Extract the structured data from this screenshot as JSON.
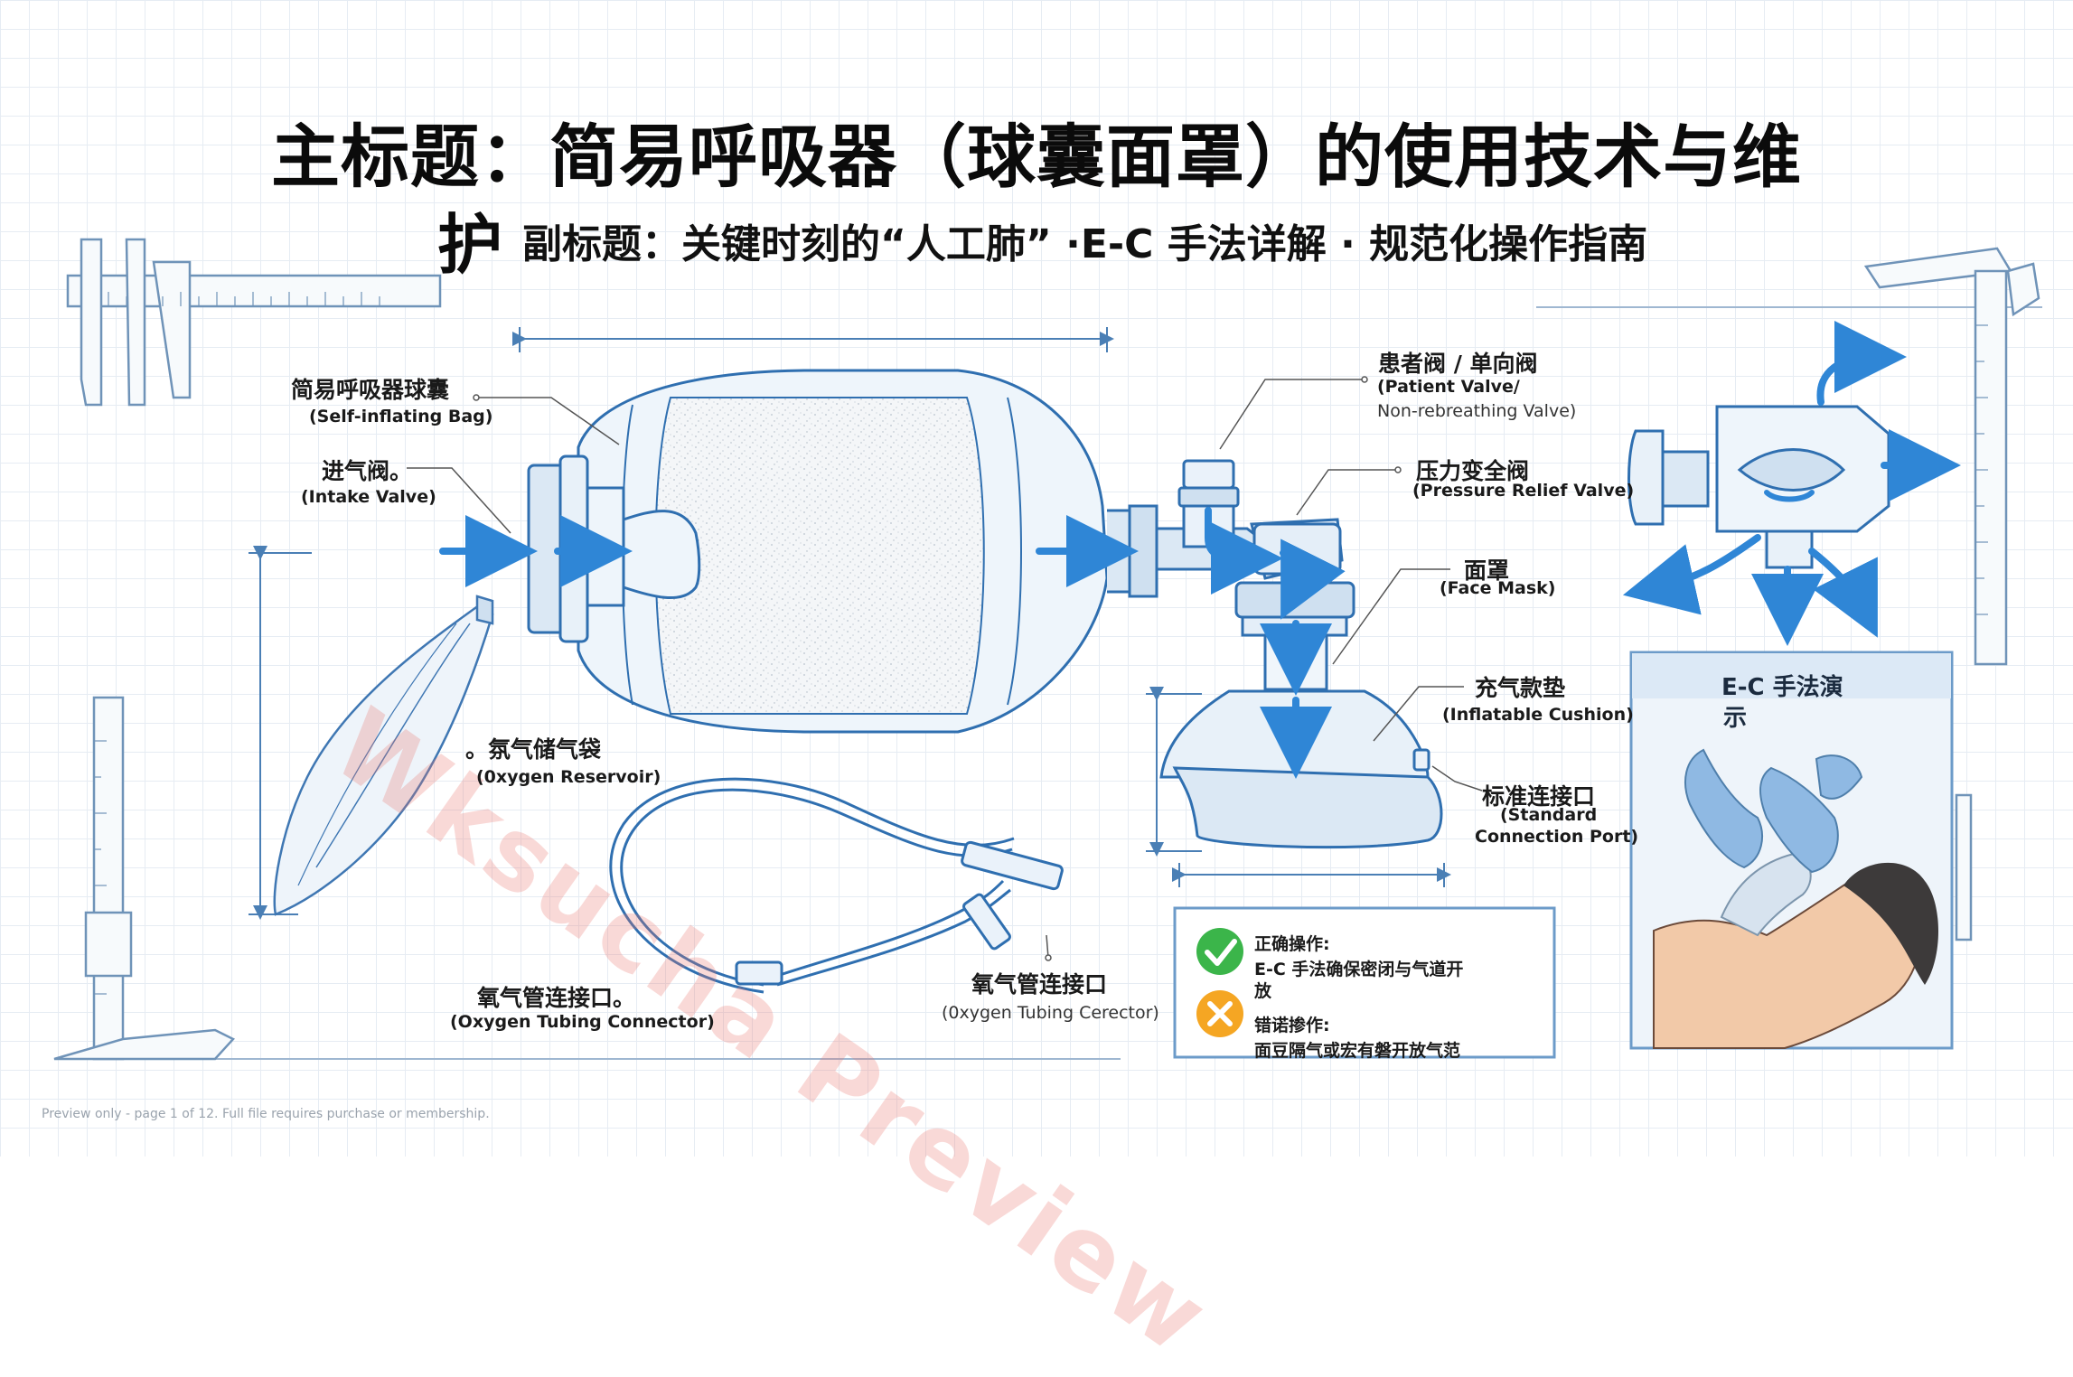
{
  "header": {
    "title_line1": "主标题：简易呼吸器（球囊面罩）的使用技术与维",
    "title_line2": "护",
    "subtitle": "副标题：关键时刻的“人工肺” ·E-C  手法详解 · 规范化操作指南"
  },
  "labels": {
    "bag": {
      "cn": "简易呼吸器球囊",
      "en": "(Self-inflating Bag)"
    },
    "intake": {
      "cn": "进气阀。",
      "en": "(Intake Valve)"
    },
    "reservoir": {
      "cn": "。氛气储气袋",
      "en": "(0xygen  Reservoir)"
    },
    "tubing1": {
      "cn": "氧气管连接口。",
      "en": "(Oxygen Tubing Connector)"
    },
    "tubing2": {
      "cn": "氧气管连接口",
      "en": "(0xygen Tubing Cerector)"
    },
    "patient_valve": {
      "cn": "患者阀 / 单向阀",
      "en1": "(Patient Valve/",
      "en2": "Non-rebreathing Valve)"
    },
    "relief": {
      "cn": "压力变全阀",
      "en": "(Pressure Relief Valve)"
    },
    "mask": {
      "cn": "面罩",
      "en": "(Face  Mask)"
    },
    "cushion": {
      "cn": "充气款垫",
      "en": "(Inflatable Cushion)"
    },
    "port": {
      "cn": "标准连接口",
      "en1": "(Standard",
      "en2": "Connection Port)"
    }
  },
  "ec_panel": {
    "title_line1": "E-C 手法演",
    "title_line2": "示"
  },
  "legend": {
    "correct_title": "正确操作:",
    "correct_text1": "E-C  手法确保密闭与气道开",
    "correct_text2": "放",
    "wrong_title": "错诺掺作:",
    "wrong_text": "面豆隔气或宏有磐开放气范"
  },
  "watermark": "Wksucha Preview",
  "footer": "Preview only - page 1 of 12. Full file requires purchase or membership.",
  "colors": {
    "line": "#2f6fb0",
    "arrow": "#2f86d6",
    "glove": "#8fb9e3",
    "check": "#3bb54a",
    "cross": "#f5a623"
  },
  "icons": [
    "check-icon",
    "cross-icon",
    "flow-arrow-icon"
  ]
}
